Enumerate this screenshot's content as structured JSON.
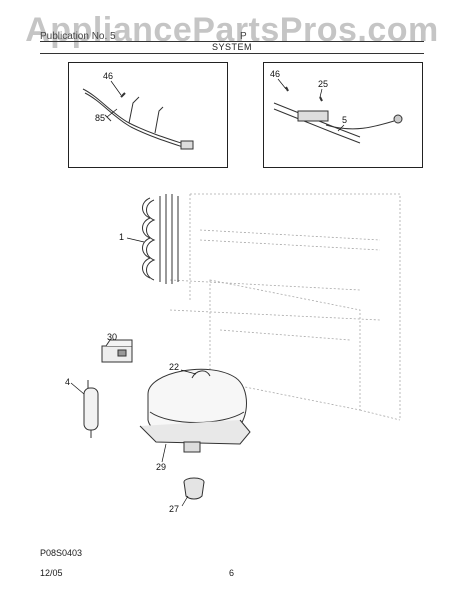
{
  "watermark": "AppliancePartsPros.com",
  "header": {
    "left_text": "Publication No. 5",
    "right_text": "P",
    "section_title": "SYSTEM"
  },
  "insets": {
    "left": {
      "callouts": [
        "46",
        "85"
      ]
    },
    "right": {
      "callouts": [
        "46",
        "25",
        "5"
      ]
    }
  },
  "main_callouts": [
    "1",
    "30",
    "4",
    "22",
    "29",
    "27"
  ],
  "drawing_code": "P08S0403",
  "footer": {
    "date": "12/05",
    "page": "6"
  }
}
